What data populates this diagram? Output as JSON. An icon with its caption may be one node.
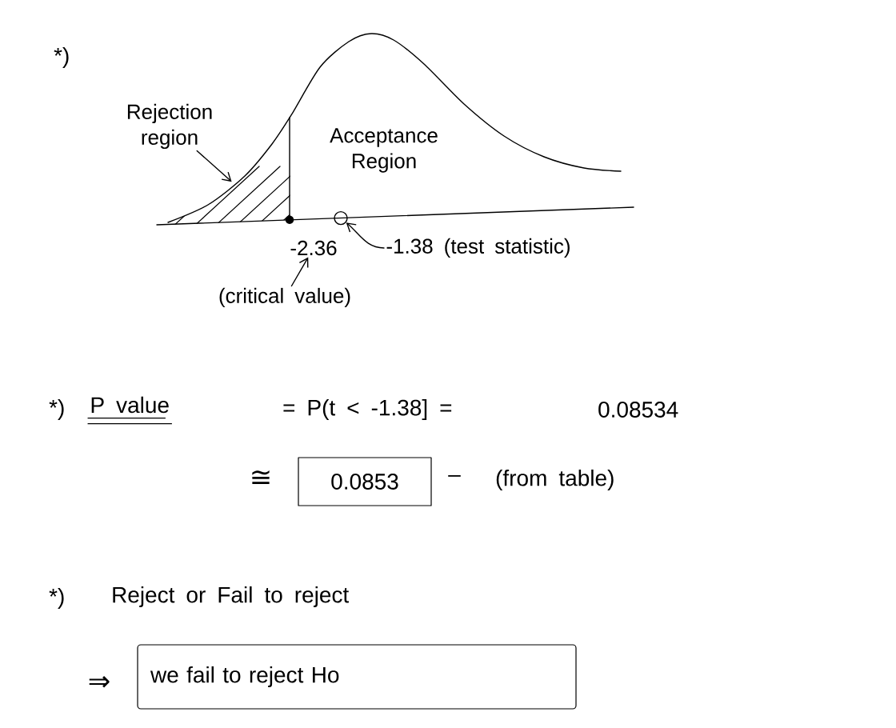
{
  "diagram": {
    "nodes": [
      {
        "text": [
          "Rejection region"
        ]
      },
      {
        "text": [],
        "shape": "area"
      },
      {
        "text": [],
        "shape": "circle"
      },
      {
        "text": [
          "-2.36"
        ]
      },
      {
        "text": [
          "-1.38 (test statistic)"
        ]
      },
      {
        "text": [
          "(critical value)"
        ]
      },
      {
        "text": [
          "0.0853"
        ]
      },
      {
        "text": [
          "we fail to reject Ho"
        ]
      }
    ],
    "edges": [
      {
        "from": 0,
        "to": 1,
        "arrow": "to"
      },
      {
        "from": 5,
        "to": 3,
        "arrow": "to"
      },
      {
        "from": 4,
        "to": 2,
        "arrow": "to"
      }
    ],
    "labels": [
      "*)",
      "Acceptance Region",
      "*)",
      "P value",
      "= P(t < -1.38] =",
      "0.08534",
      "≅",
      "–",
      "(from table)",
      "*)",
      "Reject or Fail to reject",
      "⇒"
    ]
  }
}
